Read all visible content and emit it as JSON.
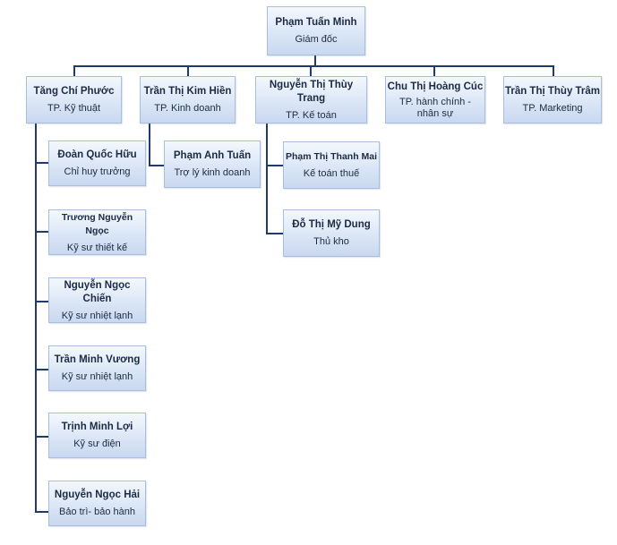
{
  "ceo": {
    "name": "Phạm Tuấn Minh",
    "title": "Giám đốc"
  },
  "managers": [
    {
      "name": "Tăng Chí Phước",
      "title": "TP. Kỹ thuật"
    },
    {
      "name": "Trần Thị Kim Hiền",
      "title": "TP. Kinh doanh"
    },
    {
      "name": "Nguyễn Thị Thùy Trang",
      "title": "TP. Kế toán"
    },
    {
      "name": "Chu Thị Hoàng Cúc",
      "title": "TP. hành chính - nhân sự"
    },
    {
      "name": "Trần Thị Thùy Trâm",
      "title": "TP. Marketing"
    }
  ],
  "technical_staff": [
    {
      "name": "Đoàn Quốc Hữu",
      "title": "Chỉ huy trưởng"
    },
    {
      "name": "Trương Nguyễn Ngọc",
      "title": "Kỹ sư thiết kế"
    },
    {
      "name": "Nguyễn Ngọc Chiến",
      "title": "Kỹ sư nhiệt lạnh"
    },
    {
      "name": "Trần Minh Vương",
      "title": "Kỹ sư nhiệt lạnh"
    },
    {
      "name": "Trịnh Minh Lợi",
      "title": "Kỹ sư điện"
    },
    {
      "name": "Nguyễn Ngọc Hải",
      "title": "Bảo trì- bảo hành"
    }
  ],
  "sales_staff": [
    {
      "name": "Phạm Anh Tuấn",
      "title": "Trợ lý kinh doanh"
    }
  ],
  "accounting_staff": [
    {
      "name": "Phạm Thị Thanh Mai",
      "title": "Kế toán thuế"
    },
    {
      "name": "Đỗ Thị Mỹ Dung",
      "title": "Thủ kho"
    }
  ]
}
